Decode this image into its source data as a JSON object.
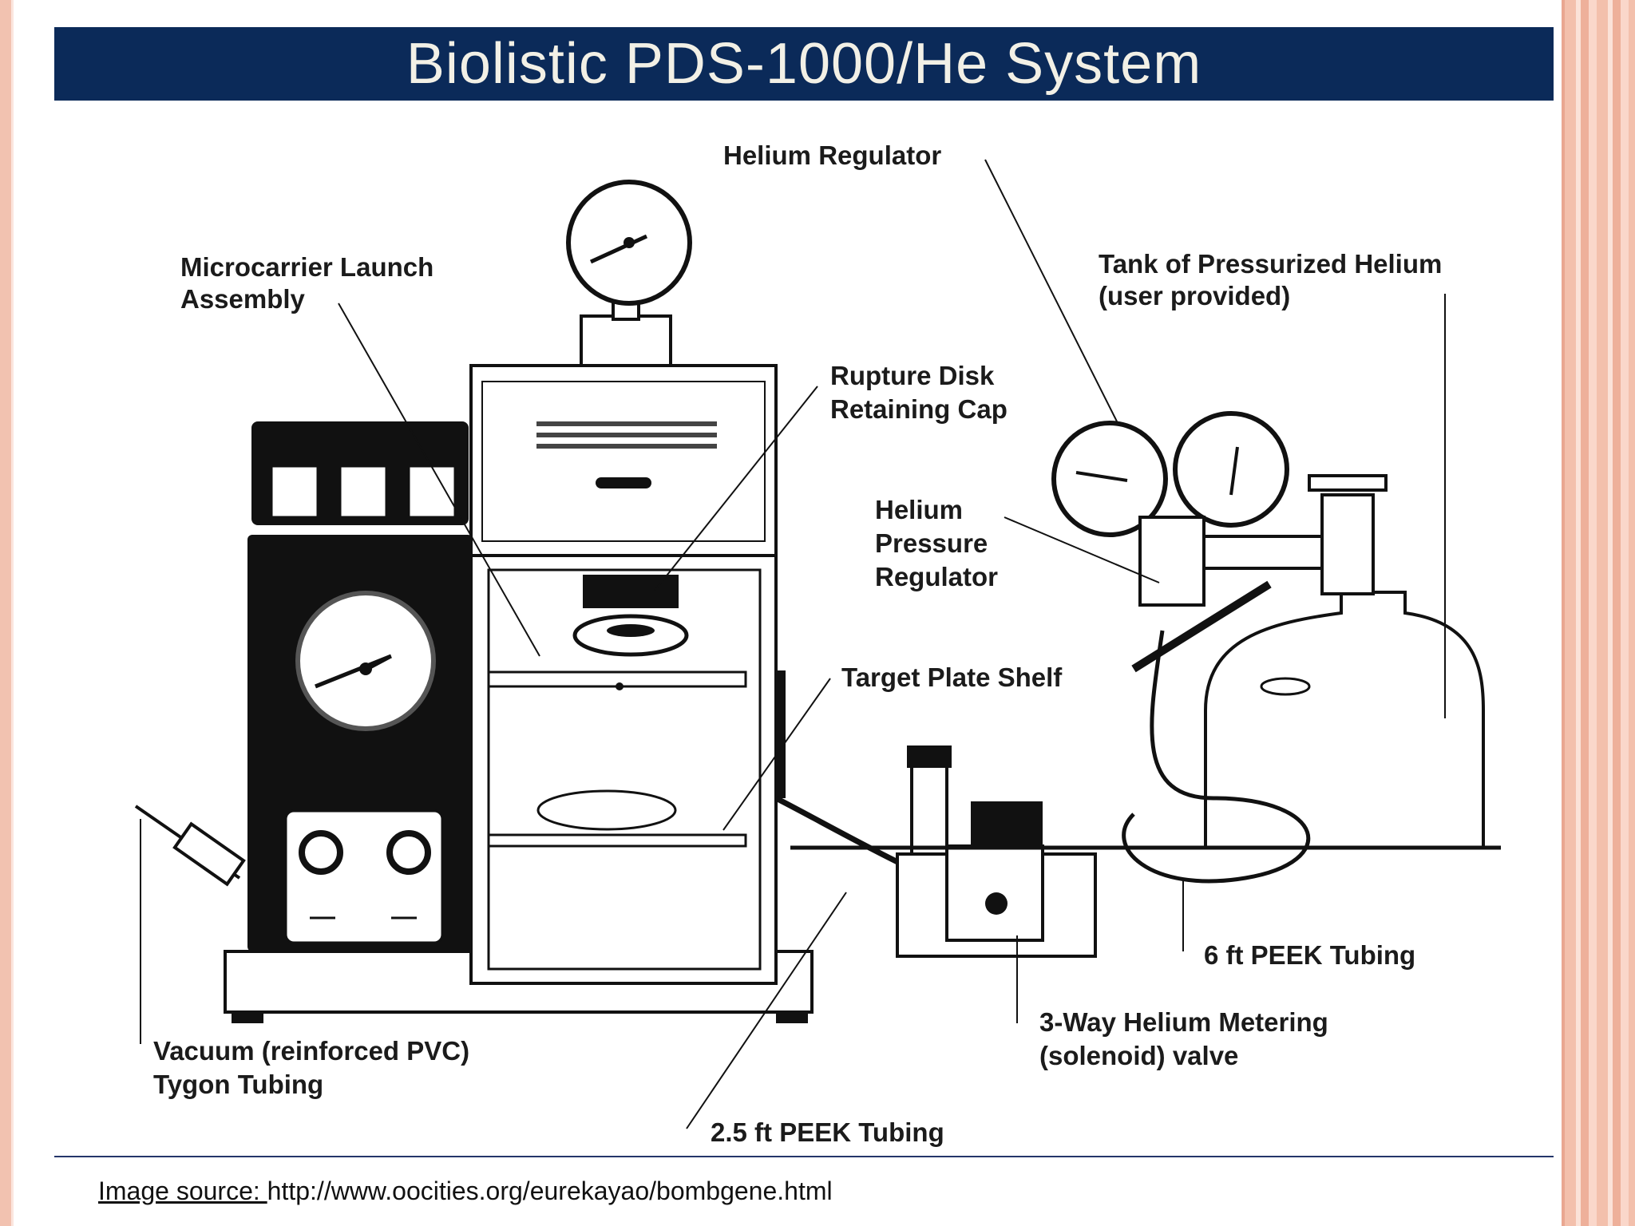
{
  "slide": {
    "title": "Biolistic PDS-1000/He System"
  },
  "labels": {
    "helium_regulator": "Helium Regulator",
    "microcarrier_1": "Microcarrier Launch",
    "microcarrier_2": "Assembly",
    "tank_1": "Tank of Pressurized Helium",
    "tank_2": "(user provided)",
    "rupture_1": "Rupture Disk",
    "rupture_2": "Retaining Cap",
    "hpr_1": "Helium",
    "hpr_2": "Pressure",
    "hpr_3": "Regulator",
    "target_shelf": "Target Plate Shelf",
    "peek6": "6 ft PEEK Tubing",
    "valve_1": "3-Way Helium Metering",
    "valve_2": "(solenoid) valve",
    "vacuum_1": "Vacuum (reinforced PVC)",
    "vacuum_2": "Tygon Tubing",
    "peek25": "2.5 ft PEEK Tubing"
  },
  "source": {
    "prefix": "Image source: ",
    "url": "http://www.oocities.org/eurekayao/bombgene.html"
  },
  "colors": {
    "title_bg": "#0b2a59",
    "title_text": "#f2f0e6",
    "border": "#f2c2b0",
    "ink": "#111111"
  }
}
